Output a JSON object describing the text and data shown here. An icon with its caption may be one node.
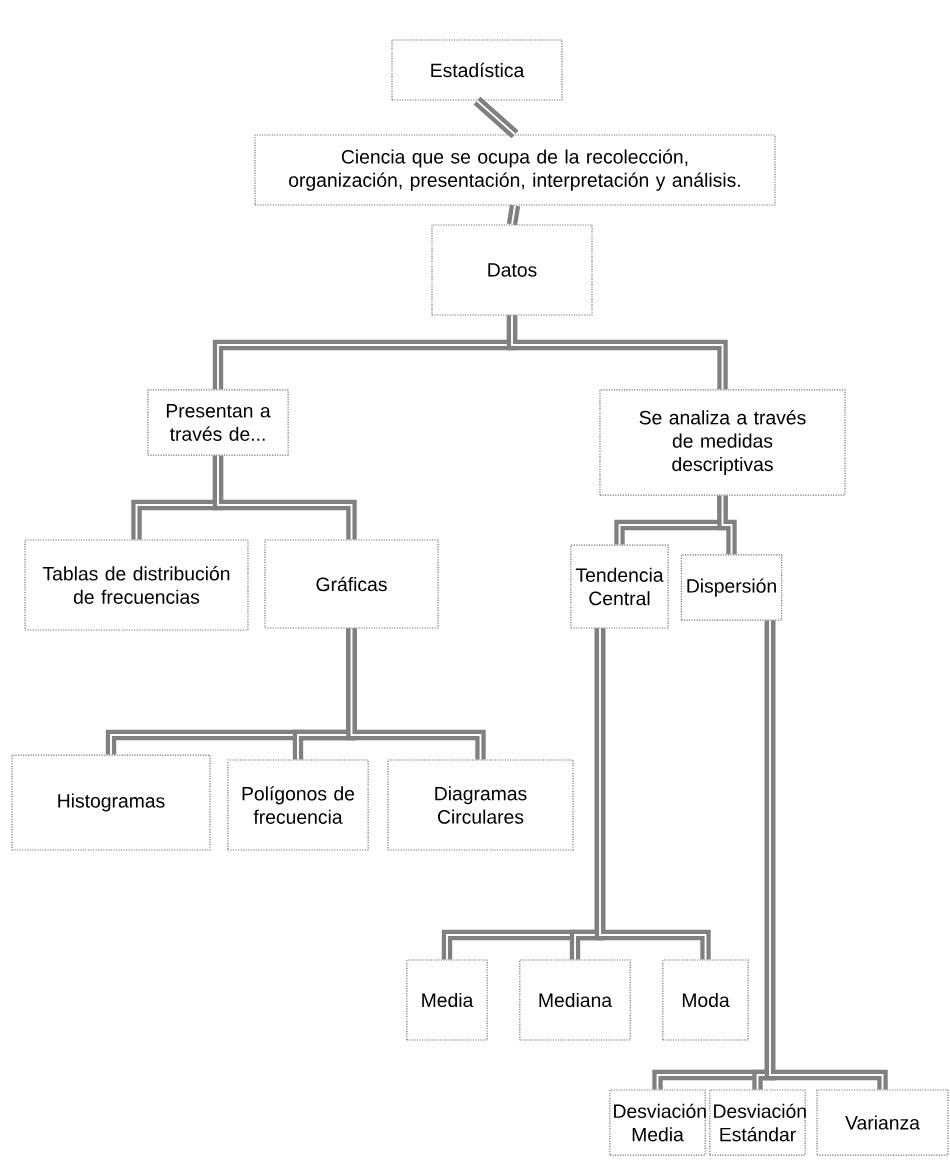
{
  "diagram": {
    "nodes": [
      {
        "text": [
          "Estadística"
        ]
      },
      {
        "text": [
          "Ciencia que se ocupa de la recolección, organización, presentación, interpretación y análisis."
        ]
      },
      {
        "text": [
          "Datos"
        ]
      },
      {
        "text": [
          "Presentan a través de..."
        ]
      },
      {
        "text": [
          "Se analiza a través de medidas descriptivas"
        ]
      },
      {
        "text": [
          "Tablas de distribución de frecuencias"
        ]
      },
      {
        "text": [
          "Gráficas"
        ]
      },
      {
        "text": [
          "Tendencia Central"
        ]
      },
      {
        "text": [
          "Dispersión"
        ]
      },
      {
        "text": [
          "Histogramas"
        ]
      },
      {
        "text": [
          "Polígonos de frecuencia"
        ]
      },
      {
        "text": [
          "Diagramas Circulares"
        ]
      },
      {
        "text": [
          "Media"
        ]
      },
      {
        "text": [
          "Mediana"
        ]
      },
      {
        "text": [
          "Moda"
        ]
      },
      {
        "text": [
          "Desviación Media"
        ]
      },
      {
        "text": [
          "Desviación Estándar"
        ]
      },
      {
        "text": [
          "Varianza"
        ]
      }
    ],
    "edges": [
      {
        "from": 0,
        "to": 1,
        "arrow": "none"
      },
      {
        "from": 1,
        "to": 2,
        "arrow": "none"
      },
      {
        "from": 2,
        "to": 3,
        "arrow": "none"
      },
      {
        "from": 2,
        "to": 4,
        "arrow": "none"
      },
      {
        "from": 3,
        "to": 5,
        "arrow": "none"
      },
      {
        "from": 3,
        "to": 6,
        "arrow": "none"
      },
      {
        "from": 4,
        "to": 7,
        "arrow": "none"
      },
      {
        "from": 4,
        "to": 8,
        "arrow": "none"
      },
      {
        "from": 6,
        "to": 9,
        "arrow": "none"
      },
      {
        "from": 6,
        "to": 10,
        "arrow": "none"
      },
      {
        "from": 6,
        "to": 11,
        "arrow": "none"
      },
      {
        "from": 7,
        "to": 12,
        "arrow": "none"
      },
      {
        "from": 7,
        "to": 13,
        "arrow": "none"
      },
      {
        "from": 7,
        "to": 14,
        "arrow": "none"
      },
      {
        "from": 8,
        "to": 15,
        "arrow": "none"
      },
      {
        "from": 8,
        "to": 16,
        "arrow": "none"
      },
      {
        "from": 8,
        "to": 17,
        "arrow": "none"
      }
    ]
  }
}
